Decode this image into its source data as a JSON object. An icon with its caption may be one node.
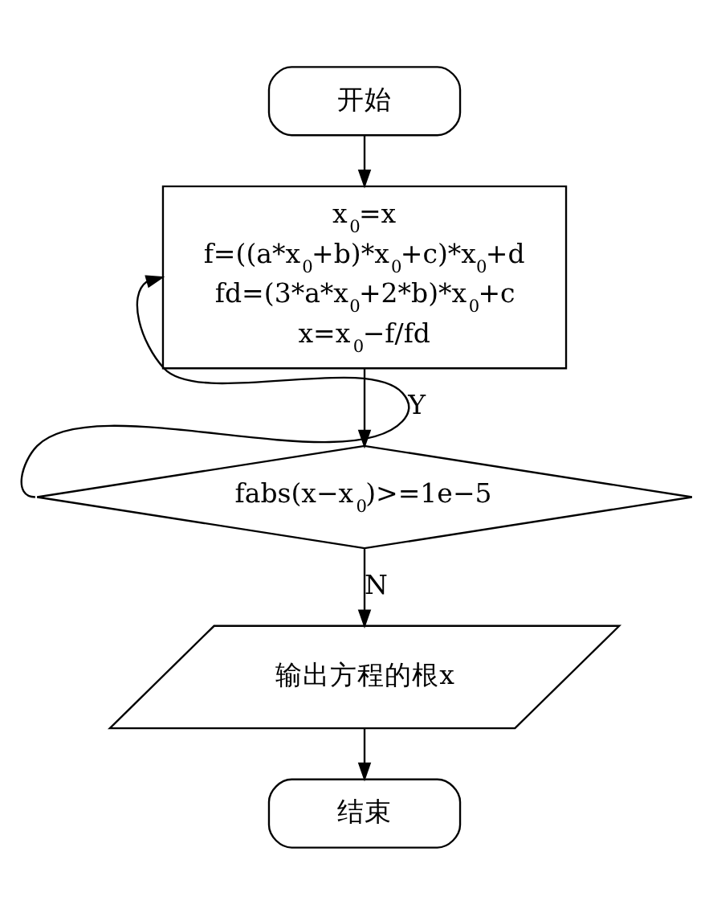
{
  "diagram": {
    "nodes": [
      {
        "text": [
          "开始"
        ]
      },
      {
        "text": [
          "x$_{0}$=x",
          "f=((a*x$_{0}$+b)*x$_{0}$+c)*x$_{0}$+d",
          "fd=(3*a*x$_{0}$+2*b)*x$_{0}$+c",
          "x=x$_{0}$−f/fd"
        ]
      },
      {
        "text": [
          "fabs(x−x$_{0}$)>=1e−5"
        ]
      },
      {
        "text": [
          "输出方程的根x"
        ]
      },
      {
        "text": [
          "结束"
        ]
      }
    ],
    "edges": [
      {
        "from": 0,
        "to": 1,
        "arrow": "to"
      },
      {
        "from": 1,
        "to": 2,
        "arrow": "to"
      },
      {
        "from": 2,
        "to": 1,
        "arrow": "to",
        "label": "Y"
      },
      {
        "from": 2,
        "to": 3,
        "arrow": "to",
        "label": "N"
      },
      {
        "from": 3,
        "to": 4,
        "arrow": "to"
      }
    ]
  }
}
